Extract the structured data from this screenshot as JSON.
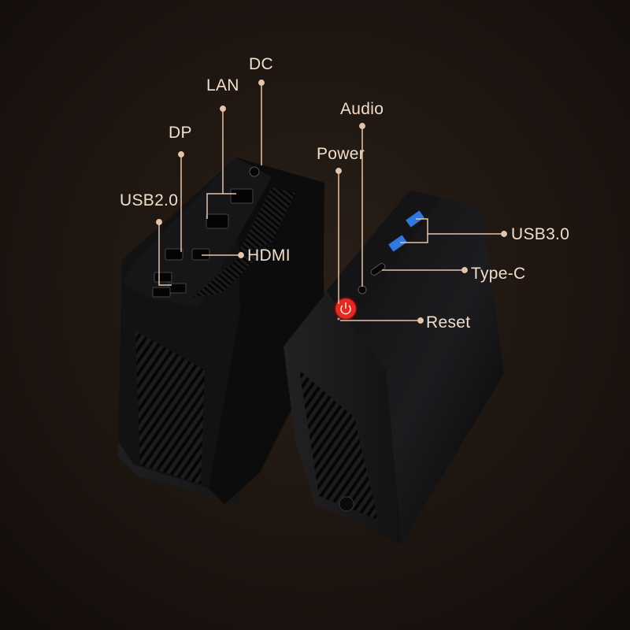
{
  "colors": {
    "background": "#1b1410",
    "label_text": "#f1ddca",
    "callout_line": "#e4c4aa",
    "device_body": "#0f0f10",
    "power_button": "#e12a22",
    "usb3_port": "#2f78e0"
  },
  "labels": {
    "dc": "DC",
    "lan": "LAN",
    "dp": "DP",
    "usb2": "USB2.0",
    "hdmi": "HDMI",
    "audio": "Audio",
    "power": "Power",
    "usb3": "USB3.0",
    "type_c": "Type-C",
    "reset": "Reset"
  },
  "icons": {
    "power": "power-icon"
  }
}
